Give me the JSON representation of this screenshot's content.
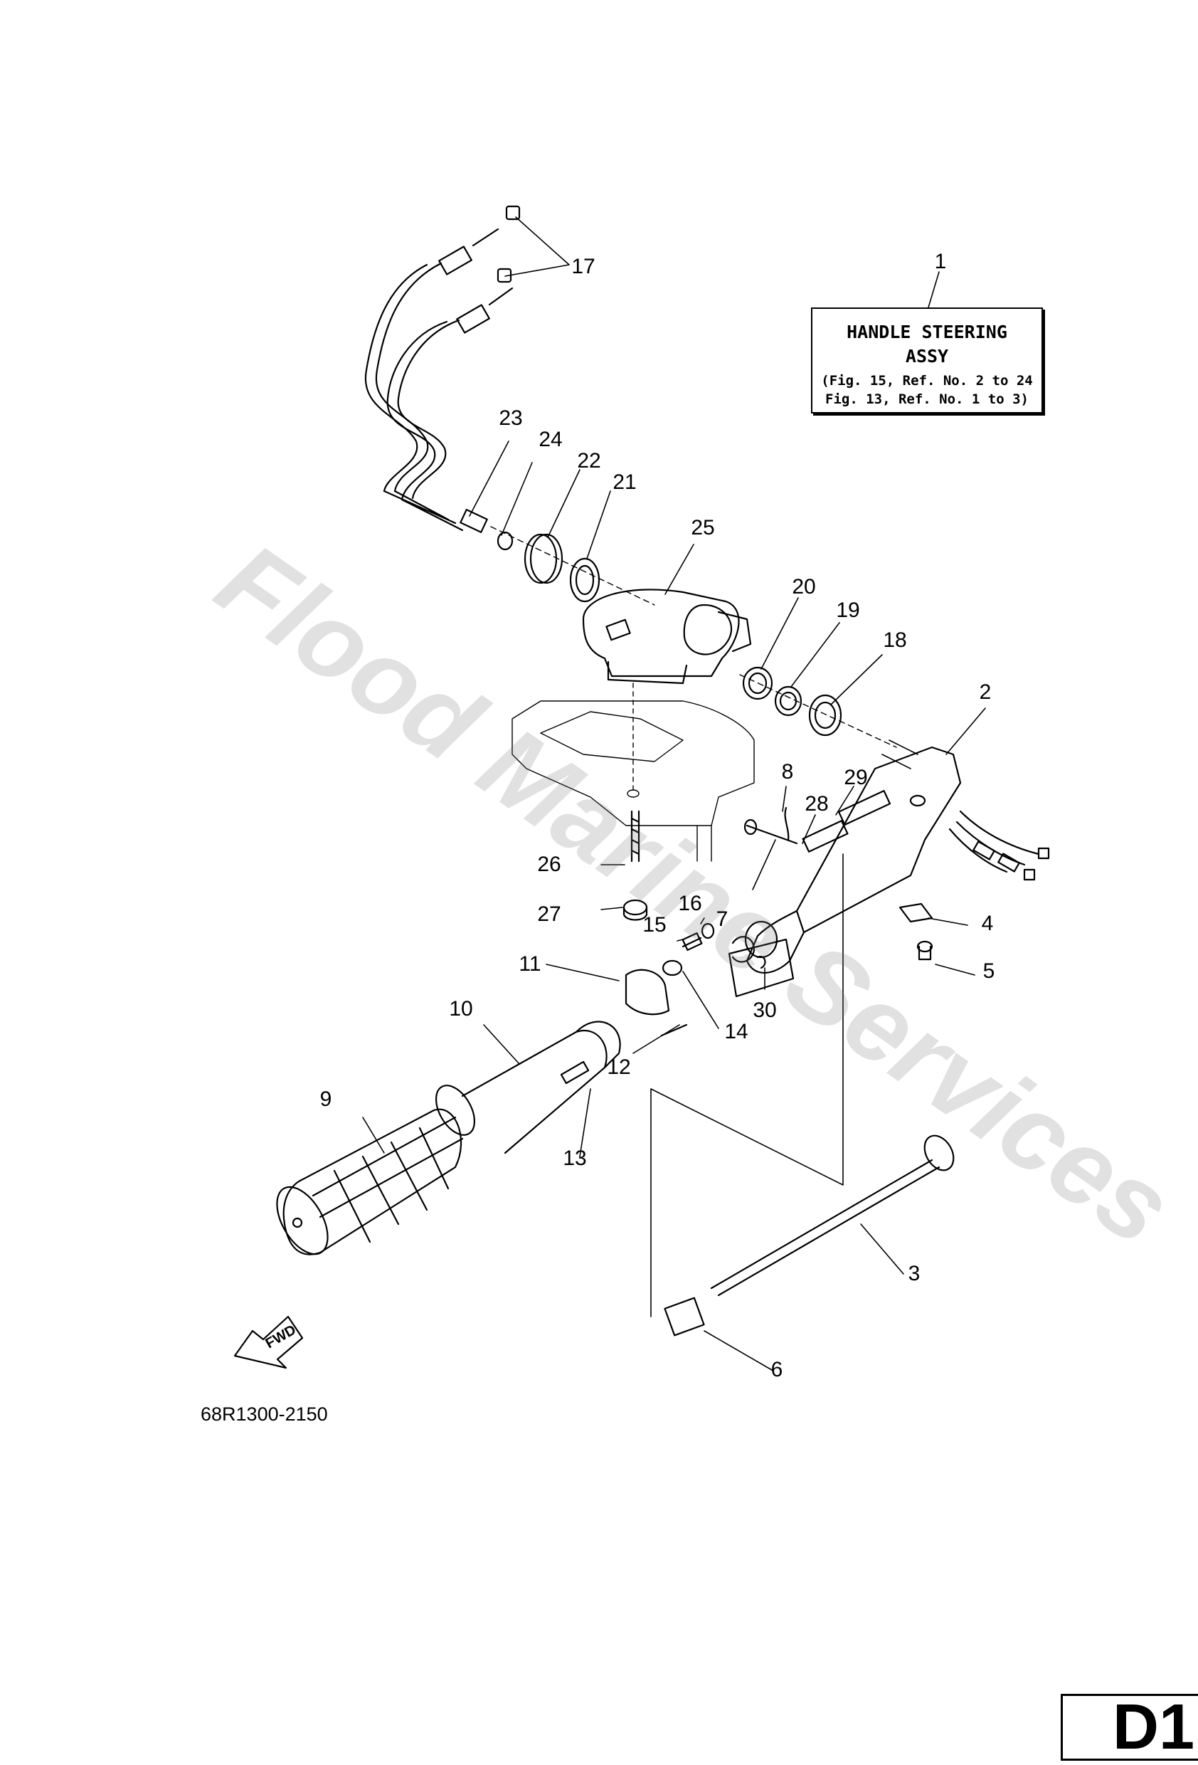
{
  "assembly": {
    "title_line1": "HANDLE STEERING",
    "title_line2": "ASSY",
    "ref_line1": "(Fig. 15, Ref. No. 2 to 24",
    "ref_line2": "Fig. 13, Ref. No. 1 to 3)"
  },
  "callouts": [
    "1",
    "2",
    "3",
    "4",
    "5",
    "6",
    "7",
    "8",
    "9",
    "10",
    "11",
    "12",
    "13",
    "14",
    "15",
    "16",
    "17",
    "18",
    "19",
    "20",
    "21",
    "22",
    "23",
    "24",
    "25",
    "26",
    "27",
    "28",
    "29",
    "30"
  ],
  "arrow_label": "FWD",
  "part_code": "68R1300-2150",
  "page_tag": "D1",
  "watermark": "Flood Marine Services"
}
